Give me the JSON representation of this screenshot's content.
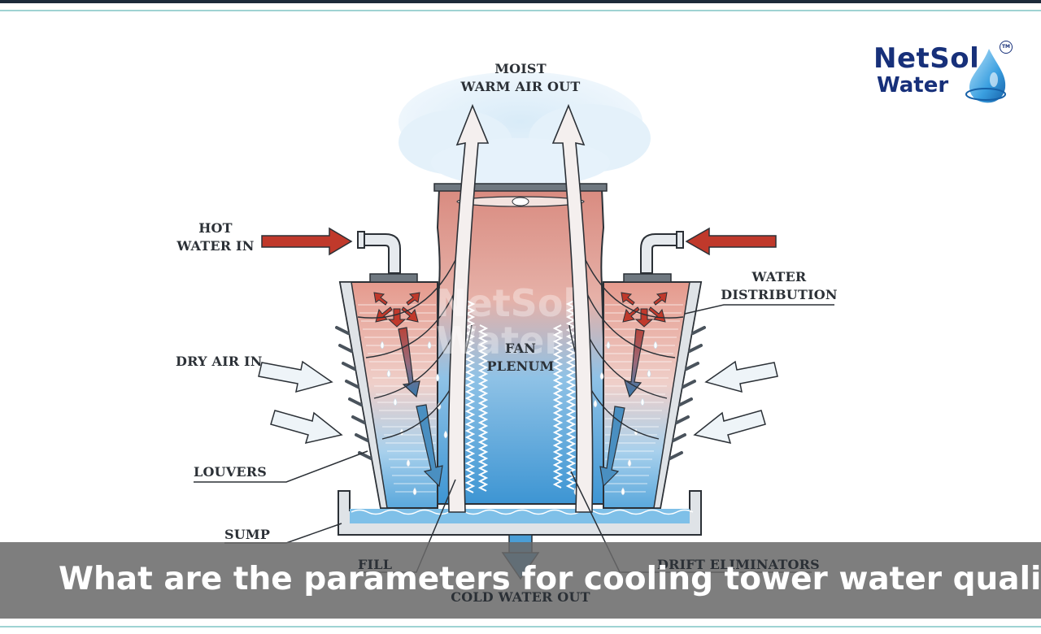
{
  "diagram": {
    "labels": {
      "moist_warm_air_out": "MOIST\nWARM AIR OUT",
      "hot_water_in": "HOT\nWATER IN",
      "water_distribution": "WATER\nDISTRIBUTION",
      "dry_air_in": "DRY AIR IN",
      "fan_plenum": "FAN\nPLENUM",
      "louvers": "LOUVERS",
      "sump": "SUMP",
      "fill": "FILL",
      "drift_eliminators": "DRIFT ELIMINATORS",
      "cold_water_out": "COLD WATER OUT"
    },
    "colors": {
      "hot": "#c0392b",
      "cold": "#3b8fc9",
      "outline": "#2b3036",
      "steam": "#cfe6f5"
    }
  },
  "logo": {
    "line1": "NetSol",
    "line2": "Water",
    "trademark": "TM",
    "icon": "water-drop-icon"
  },
  "watermark": {
    "line1": "NetSol",
    "line2": "Water"
  },
  "banner": {
    "title": "What are the parameters for cooling tower water quality"
  }
}
